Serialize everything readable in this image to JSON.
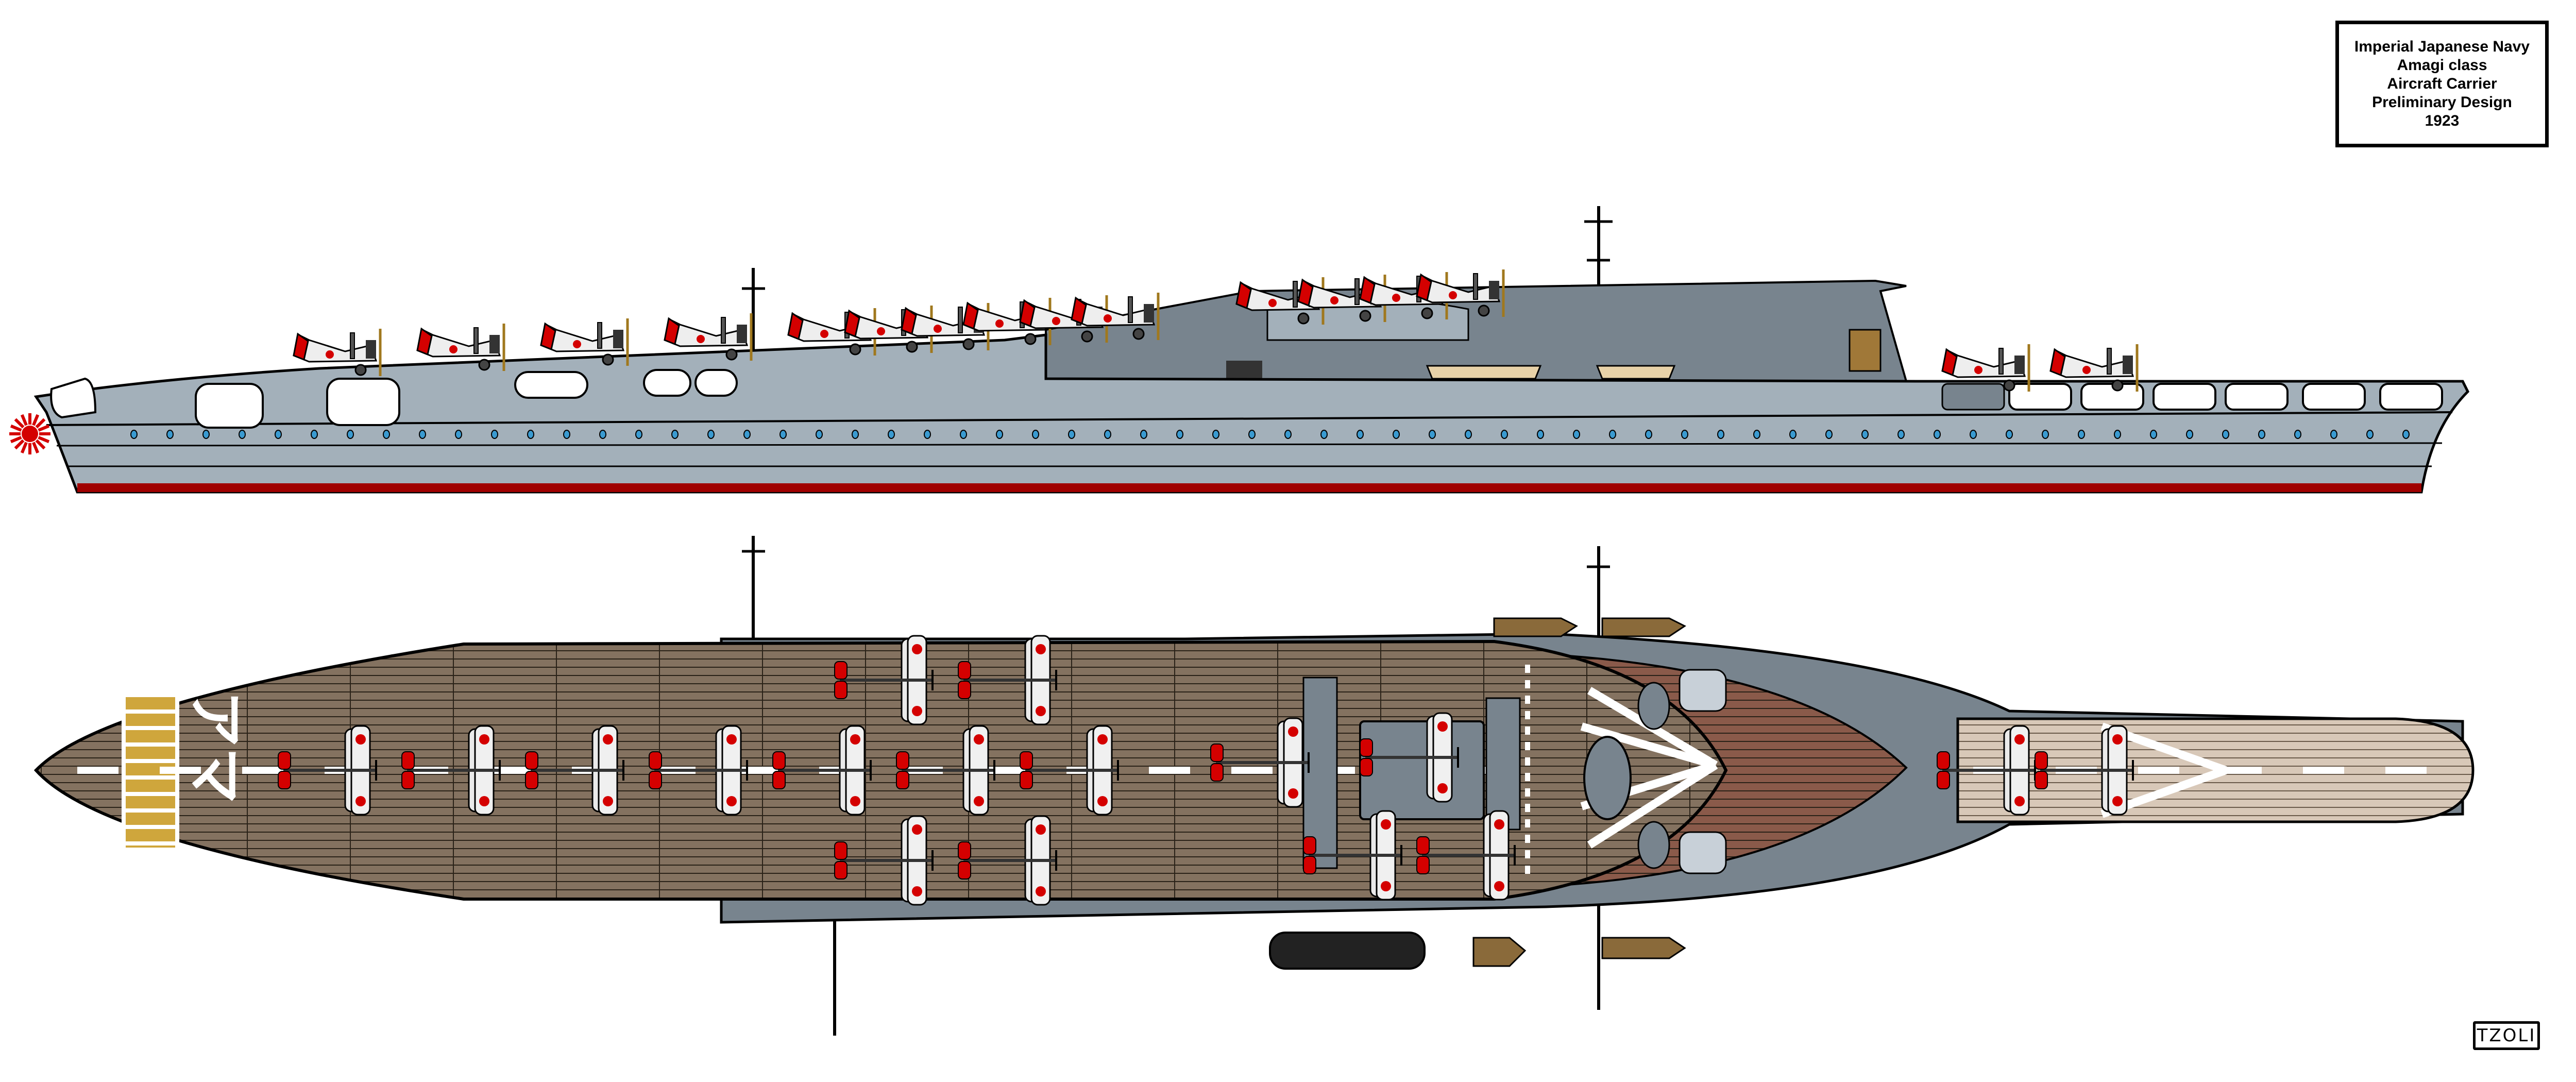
{
  "title_block": {
    "lines": [
      "Imperial Japanese Navy",
      "Amagi class",
      "Aircraft Carrier",
      "Preliminary Design",
      "1923"
    ]
  },
  "signature": "TZOLI",
  "deck_marking": "アマ",
  "colors": {
    "hull_grey": "#a3b0ba",
    "dark_grey": "#78848e",
    "deck_wood": "#847260",
    "boot_topping": "#a00000",
    "hinomaru_red": "#d40000",
    "porthole_blue": "#3a9ad0",
    "landing_marks_yellow": "#cfa63c"
  }
}
